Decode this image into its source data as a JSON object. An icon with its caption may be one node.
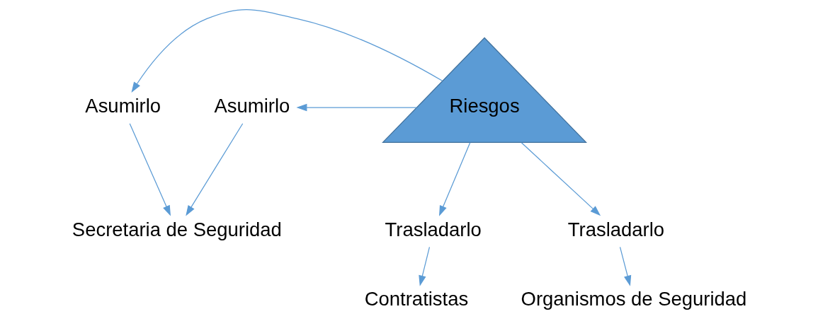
{
  "diagram": {
    "nodes": [
      {
        "text": [
          "Secretaria de Seguridad"
        ]
      },
      {
        "text": [
          "Asumirlo"
        ]
      },
      {
        "text": [
          "Asumirlo"
        ]
      },
      {
        "text": [
          "Riesgos"
        ]
      },
      {
        "text": [
          "Trasladarlo"
        ]
      },
      {
        "text": [
          "Trasladarlo"
        ]
      },
      {
        "text": [
          "Contratistas"
        ]
      },
      {
        "text": [
          "Organismos de Seguridad"
        ]
      }
    ],
    "edges": [
      {
        "from": 3,
        "to": 1,
        "arrow": "to"
      },
      {
        "from": 3,
        "to": 2,
        "arrow": "to"
      },
      {
        "from": 3,
        "to": 4,
        "arrow": "to"
      },
      {
        "from": 3,
        "to": 5,
        "arrow": "to"
      },
      {
        "from": 1,
        "to": 0,
        "arrow": "to"
      },
      {
        "from": 2,
        "to": 0,
        "arrow": "to"
      },
      {
        "from": 4,
        "to": 6,
        "arrow": "to"
      },
      {
        "from": 5,
        "to": 7,
        "arrow": "to"
      }
    ]
  }
}
